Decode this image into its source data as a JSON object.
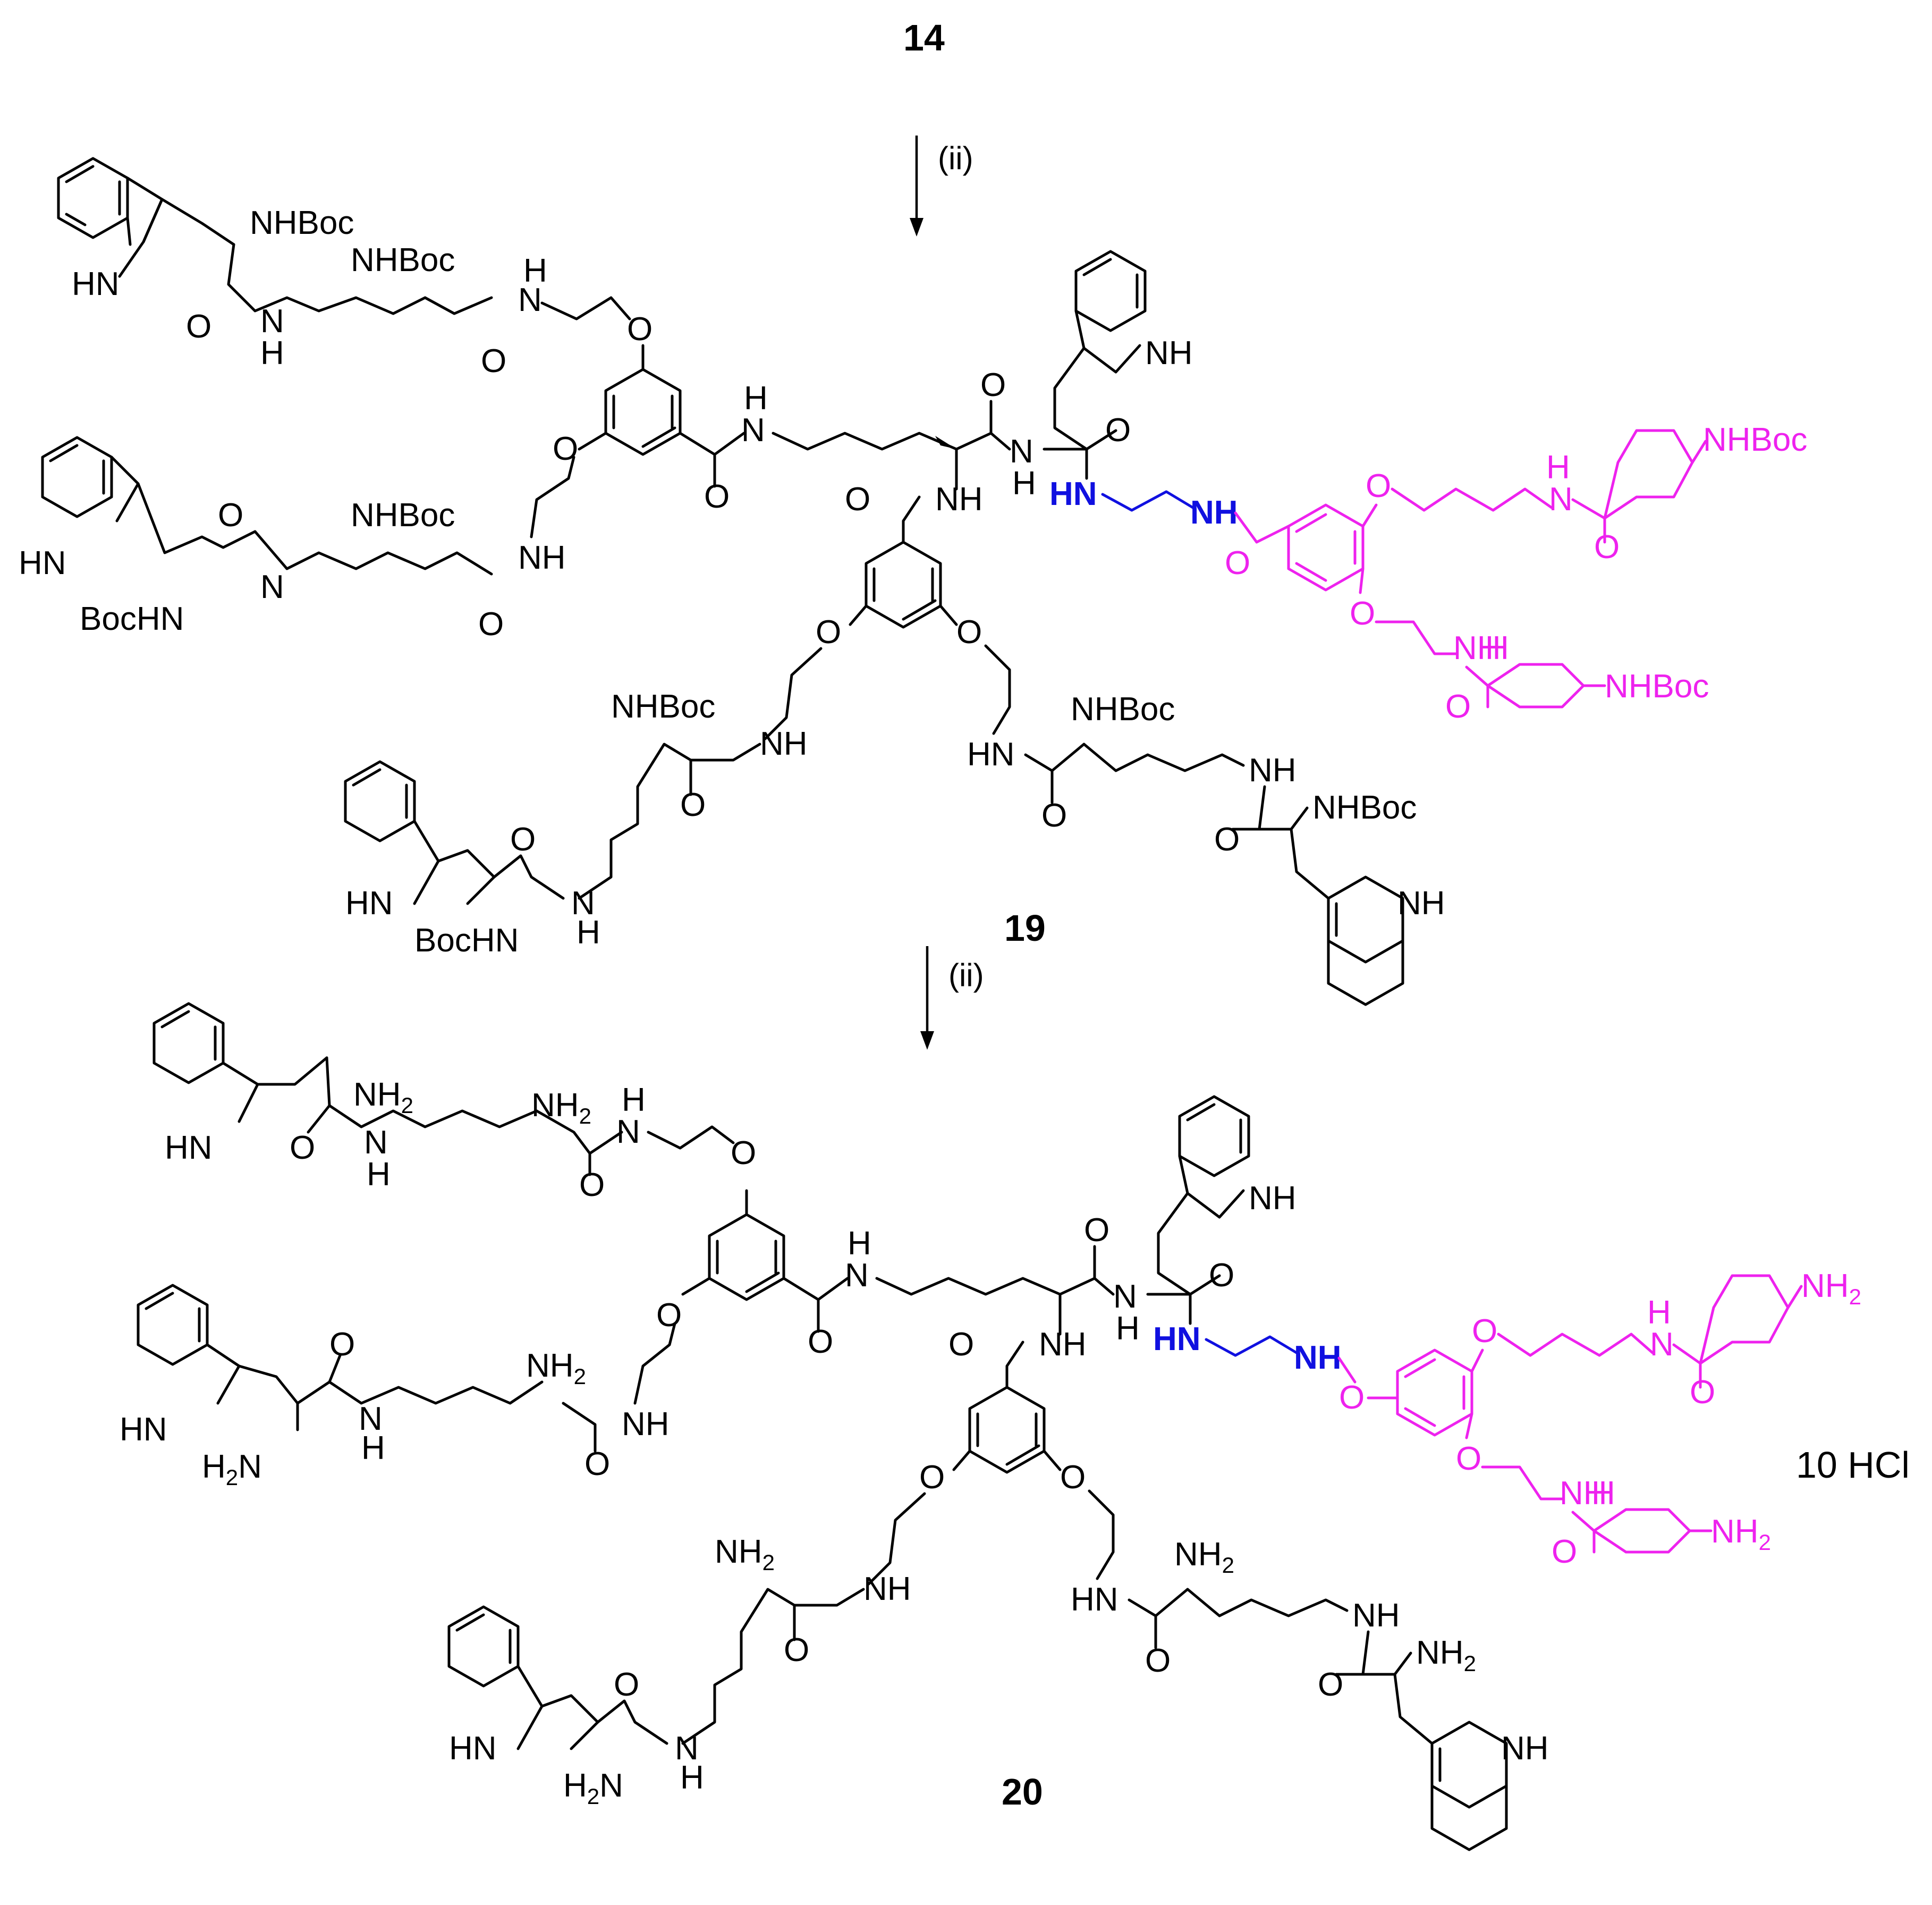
{
  "compounds": {
    "start": "14",
    "protected": "19",
    "deprotected": "20"
  },
  "steps": [
    {
      "reagent": "(ii)"
    },
    {
      "reagent": "(ii)"
    }
  ],
  "salt": "10 HCl",
  "labels": {
    "nhboc": "NHBoc",
    "bochn": "BocHN",
    "hn": "HN",
    "nh": "NH",
    "n": "N",
    "h": "H",
    "o": "O",
    "nh2": "NH",
    "h2n": "H",
    "sub2": "2"
  },
  "colors": {
    "core_linker": "#1010e0",
    "benzamide_arm": "#ee22ee",
    "default": "#000000"
  }
}
